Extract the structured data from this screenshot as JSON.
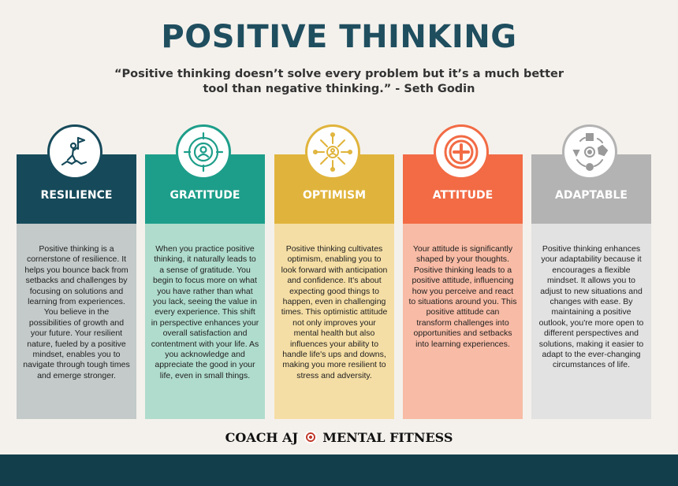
{
  "header": {
    "title": "POSITIVE THINKING",
    "quote": "“Positive thinking doesn’t solve every problem but it’s a much better tool than negative thinking.” - Seth Godin"
  },
  "columns": [
    {
      "label": "RESILIENCE",
      "icon": "climber-flag-icon",
      "color": "#164a5a",
      "body_color": "#c3cac9",
      "text": "Positive thinking is a cornerstone of resilience. It helps you bounce back from setbacks and challenges by focusing on solutions and learning from experiences. You believe in the possibilities of growth and your future. Your resilient nature, fueled by a positive mindset, enables you to navigate through tough times and emerge stronger."
    },
    {
      "label": "GRATITUDE",
      "icon": "target-person-icon",
      "color": "#1d9e8a",
      "body_color": "#b0dccd",
      "text": "When you practice positive thinking, it naturally leads to a sense of gratitude. You begin to focus more on what you have rather than what you lack, seeing the value in every experience. This shift in perspective enhances your overall satisfaction and contentment with your life. As you acknowledge and appreciate the good in your life, even in small things."
    },
    {
      "label": "OPTIMISM",
      "icon": "network-people-icon",
      "color": "#e0b43c",
      "body_color": "#f5dea5",
      "text": "Positive thinking cultivates optimism, enabling you to look forward with anticipation and confidence. It's about expecting good things to happen, even in challenging times. This optimistic attitude not only improves your mental health but also influences your ability to handle life's ups and downs, making you more resilient to stress and adversity."
    },
    {
      "label": "ATTITUDE",
      "icon": "plus-circle-icon",
      "color": "#f26b45",
      "body_color": "#f8bba5",
      "text": "Your attitude is significantly shaped by your thoughts. Positive thinking leads to a positive attitude, influencing how you perceive and react to situations around you. This positive attitude can transform challenges into opportunities and setbacks into learning experiences."
    },
    {
      "label": "ADAPTABLE",
      "icon": "shapes-cycle-icon",
      "color": "#b3b3b3",
      "body_color": "#e2e2e2",
      "text": "Positive thinking enhances your adaptability because it encourages a flexible mindset. It allows you to adjust to new situations and changes with ease. By maintaining a positive outlook, you're more open to different perspectives and solutions, making it easier to adapt to the ever-changing circumstances of life."
    }
  ],
  "footer": {
    "left": "COACH AJ",
    "right": "MENTAL FITNESS",
    "emoji_icon": "dart-target-icon"
  }
}
